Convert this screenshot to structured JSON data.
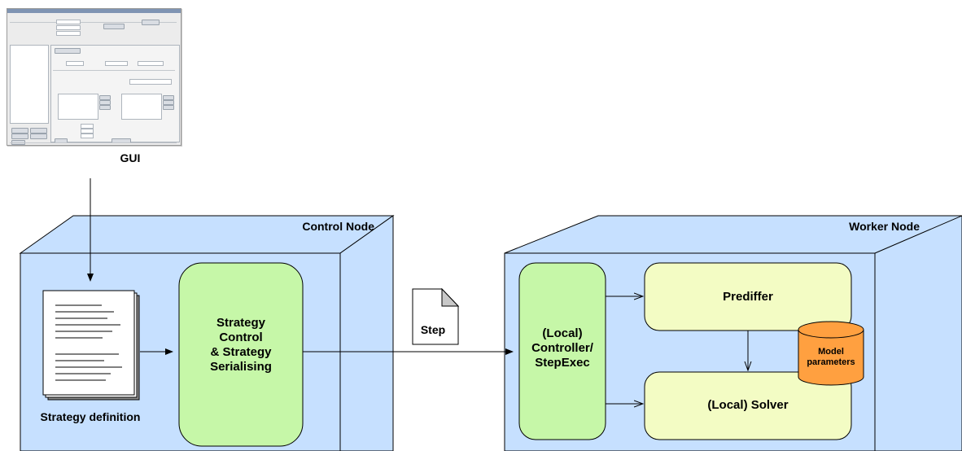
{
  "gui": {
    "label": "GUI"
  },
  "control_node": {
    "title": "Control Node",
    "document_label": "Strategy definition",
    "strategy_box_label": "Strategy\nControl\n& Strategy\nSerialising"
  },
  "message": {
    "label": "Step"
  },
  "worker_node": {
    "title": "Worker Node",
    "controller_label": "(Local)\nController/\nStepExec",
    "prediffer_label": "Prediffer",
    "solver_label": "(Local) Solver",
    "model_parameters_label": "Model\nparameters"
  },
  "colors": {
    "node_front": "#c6e0ff",
    "node_side": "#c6e0ff",
    "green_box": "#c6f7a8",
    "yellow_box": "#f3fcc4",
    "cylinder": "#ffa040"
  }
}
